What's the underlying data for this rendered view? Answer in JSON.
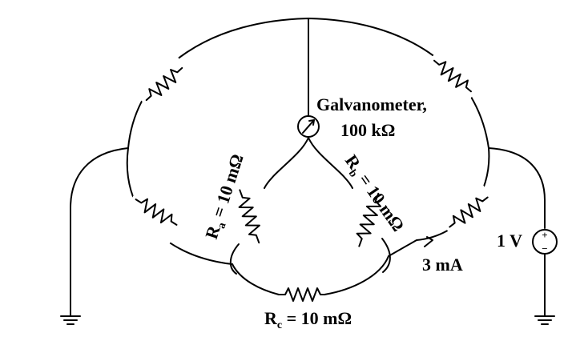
{
  "labels": {
    "galvanometer_line1": "Galvanometer,",
    "galvanometer_line2": "100 kΩ",
    "ra_prefix": "R",
    "ra_sub": "a",
    "ra_value": " = 10 mΩ",
    "rb_prefix": "R",
    "rb_sub": "b",
    "rb_value": " = 10 mΩ",
    "rc_prefix": "R",
    "rc_sub": "c",
    "rc_value": " = 10 mΩ",
    "current": "3 mA",
    "voltage": "1 V",
    "plus": "+",
    "minus": "−"
  },
  "components": {
    "resistors": [
      "upper-left-resistor",
      "upper-right-resistor",
      "lower-left-resistor",
      "lower-right-resistor",
      "resistor-ra",
      "resistor-rb",
      "resistor-rc"
    ],
    "meter": "galvanometer-icon",
    "source": "voltage-source-icon",
    "grounds": [
      "ground-left-icon",
      "ground-right-icon"
    ]
  }
}
